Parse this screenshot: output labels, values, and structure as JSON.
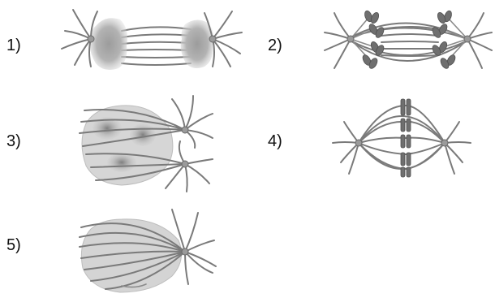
{
  "panels": [
    {
      "label": "1)"
    },
    {
      "label": "2)"
    },
    {
      "label": "3)"
    },
    {
      "label": "4)"
    },
    {
      "label": "5)"
    }
  ],
  "colors": {
    "fiber": "#7a7a7a",
    "nucleus_fill": "#d4d4d4",
    "chromatin": "#8e8e8e",
    "chromosome": "#6f6f6f",
    "centrosome": "#9a9a9a"
  }
}
